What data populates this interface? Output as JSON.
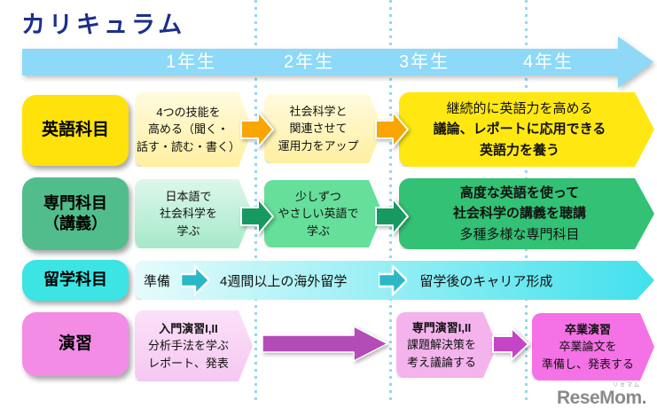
{
  "title": "カリキュラム",
  "years": [
    "1年生",
    "2年生",
    "3年生",
    "4年生"
  ],
  "rows": {
    "english": {
      "label": "英語科目",
      "box1": [
        "4つの技能を",
        "高める（聞く・",
        "話す・読む・書く）"
      ],
      "box2": [
        "社会科学と",
        "関連させて",
        "運用力をアップ"
      ],
      "box3": [
        "継続的に英語力を高める",
        "議論、レポートに応用できる",
        "英語力を養う"
      ]
    },
    "lecture": {
      "label_line1": "専門科目",
      "label_line2": "（講義）",
      "box1": [
        "日本語で",
        "社会科学を",
        "学ぶ"
      ],
      "box2": [
        "少しずつ",
        "やさしい英語で",
        "学ぶ"
      ],
      "box3": [
        "高度な英語を使って",
        "社会科学の講義を聴講",
        "多種多様な専門科目"
      ]
    },
    "abroad": {
      "label": "留学科目",
      "seg1": "準備",
      "seg2": "4週間以上の海外留学",
      "seg3": "留学後のキャリア形成"
    },
    "seminar": {
      "label": "演習",
      "box1": [
        "入門演習I,II",
        "分析手法を学ぶ",
        "レポート、発表"
      ],
      "box2": [
        "専門演習I,II",
        "課題解決策を",
        "考え議論する"
      ],
      "box3": [
        "卒業演習",
        "卒業論文を",
        "準備し、発表する"
      ]
    }
  },
  "logo": {
    "text": "ReseMom.",
    "ruby": "リセマム"
  },
  "palette": {
    "title_text": "#1C2F8C",
    "timeline_band": "#8DD9F7",
    "grid_dots": "#8FD9F4",
    "english_label": "#FFE20A",
    "english_box_pale": "#FFEFA0",
    "english_box_strong": "#FFE812",
    "english_arrow": "#F9A602",
    "lecture_label": "#52BD8C",
    "lecture_box_pale": "#A5E9C9",
    "lecture_box_mid": "#66DF9B",
    "lecture_box_strong": "#33C175",
    "lecture_arrow": "#179A61",
    "abroad_label": "#3CE4E4",
    "abroad_bar_start": "#E6FBFB",
    "abroad_bar_end": "#41E1ED",
    "abroad_arrow": "#2BB8C6",
    "seminar_label": "#F28CE5",
    "seminar_box_pale": "#F6C8F1",
    "seminar_box_mid": "#F4B3EC",
    "seminar_box_strong": "#F571E6",
    "seminar_arrow": "#B44CB8",
    "seminar_arrow2": "#C644C6",
    "logo_gray": "#8A8A8A"
  }
}
